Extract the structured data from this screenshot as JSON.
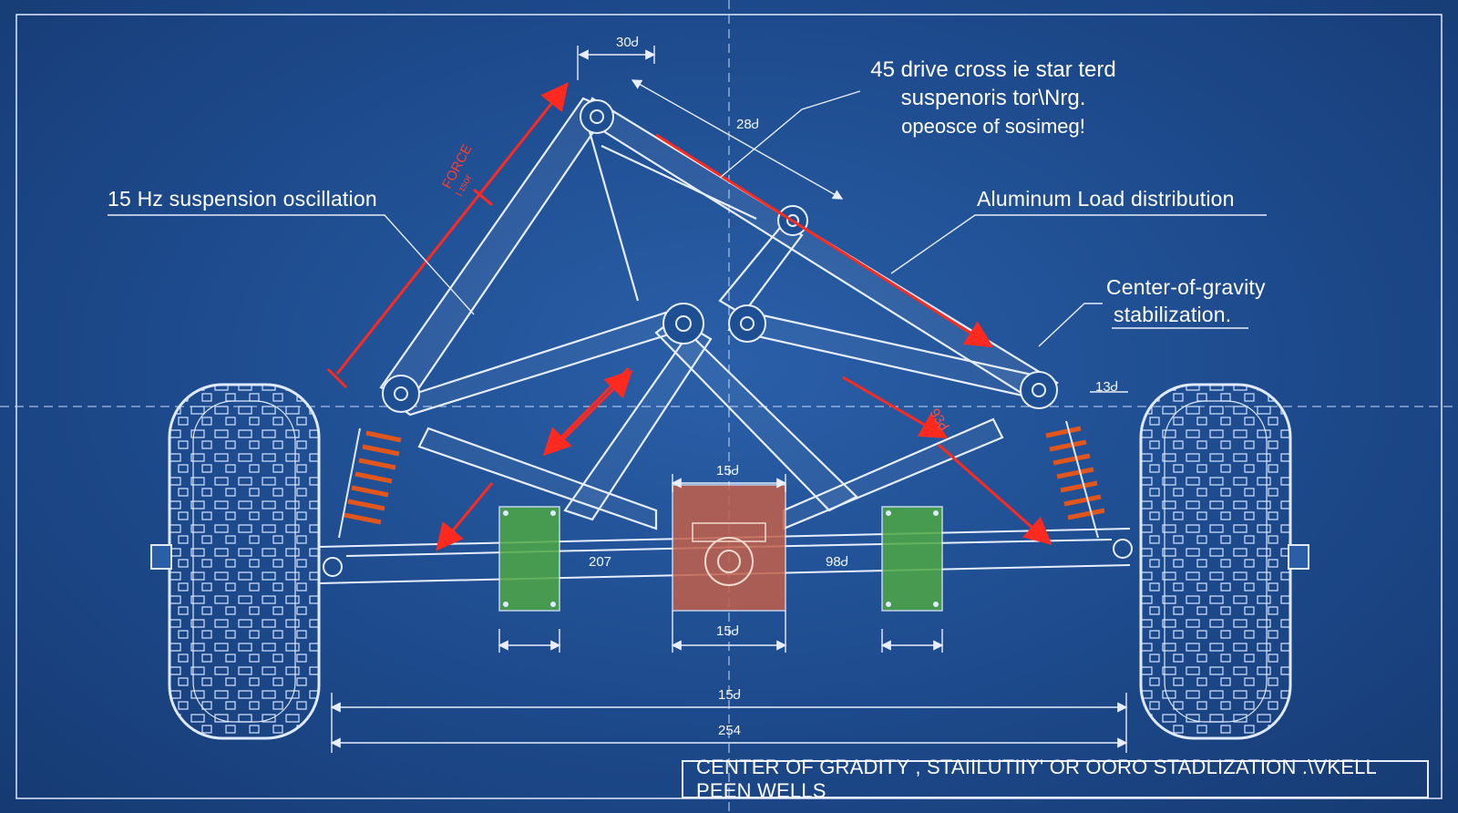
{
  "callouts": {
    "oscillation": "15 Hz suspension oscillation",
    "aluminum": "Aluminum Load  distribution",
    "cog_line1": "Center-of-gravity",
    "cog_line2": "stabilization.",
    "top_line1": "45 drive cross ie star terd",
    "top_line2": "suspenoris tor\\Nrg.",
    "top_line3": "oреоsce of sosimeg!"
  },
  "force_label": "FORCE",
  "force_sub": "I ɪsor",
  "dimensions": {
    "top": "30Ꮷ",
    "upper_arm": "28Ꮷ",
    "right_side": "13Ꮷ",
    "right_diag": "93Ꮷ",
    "center_top": "15Ꮷ",
    "left_mid": "207",
    "right_mid": "98Ꮷ",
    "center_bottom": "15Ꮷ",
    "track_inner": "15Ꮷ",
    "track_outer": "254"
  },
  "title_block": "CENTER OF GRADITY , STAIILUTIIY' OR OORO STADLIZATION .\\VKELL PEEN WELLS",
  "colors": {
    "background": "#1d4a8c",
    "line": "#dfe9ff",
    "force_arrow": "#ff2a1f",
    "spring": "#e0561d",
    "left_block": "#4ea845",
    "center_block": "#c2604a",
    "right_block": "#4ea845"
  }
}
